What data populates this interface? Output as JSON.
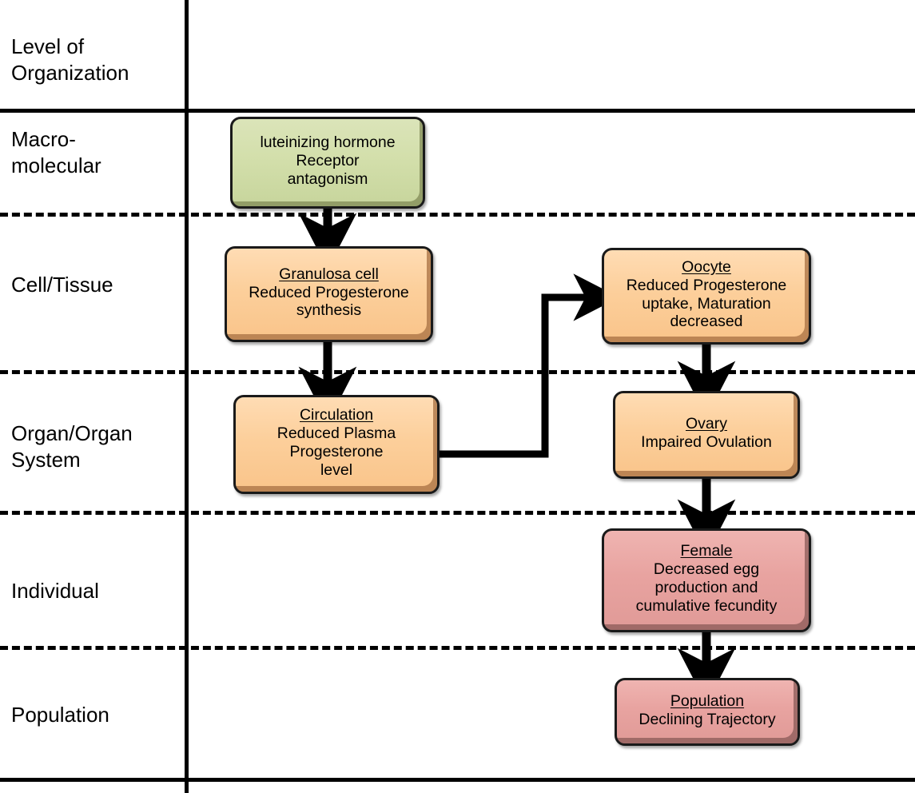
{
  "diagram": {
    "axis_header": "Level of\nOrganization",
    "levels": [
      {
        "id": "macromolecular",
        "label": "Macro-\nmolecular"
      },
      {
        "id": "cell-tissue",
        "label": "Cell/Tissue"
      },
      {
        "id": "organ-system",
        "label": "Organ/Organ\nSystem"
      },
      {
        "id": "individual",
        "label": "Individual"
      },
      {
        "id": "population",
        "label": "Population"
      }
    ],
    "nodes": [
      {
        "id": "lh-receptor-antagonism",
        "level": "macromolecular",
        "color": "#d3dfab",
        "title": "",
        "body": "luteinizing hormone\nReceptor\nantagonism"
      },
      {
        "id": "granulosa-cell",
        "level": "cell-tissue",
        "color": "#fccf9b",
        "title": "Granulosa cell",
        "body": "Reduced Progesterone\nsynthesis"
      },
      {
        "id": "oocyte",
        "level": "cell-tissue",
        "color": "#fccf9b",
        "title": "Oocyte",
        "body": "Reduced Progesterone\nuptake, Maturation\ndecreased"
      },
      {
        "id": "circulation",
        "level": "organ-system",
        "color": "#fccf9b",
        "title": "Circulation",
        "body": "Reduced Plasma\nProgesterone\nlevel"
      },
      {
        "id": "ovary",
        "level": "organ-system",
        "color": "#fccf9b",
        "title": "Ovary",
        "body": "Impaired Ovulation"
      },
      {
        "id": "female",
        "level": "individual",
        "color": "#e8a3a0",
        "title": "Female",
        "body": "Decreased egg\nproduction and\ncumulative fecundity"
      },
      {
        "id": "population",
        "level": "population",
        "color": "#e8a3a0",
        "title": "Population",
        "body": "Declining Trajectory"
      }
    ],
    "edges": [
      {
        "id": "lh-to-granulosa",
        "from": "lh-receptor-antagonism",
        "to": "granulosa-cell",
        "shape": "vertical"
      },
      {
        "id": "granulosa-to-circulation",
        "from": "granulosa-cell",
        "to": "circulation",
        "shape": "vertical"
      },
      {
        "id": "circulation-to-oocyte",
        "from": "circulation",
        "to": "oocyte",
        "shape": "elbow"
      },
      {
        "id": "oocyte-to-ovary",
        "from": "oocyte",
        "to": "ovary",
        "shape": "vertical"
      },
      {
        "id": "ovary-to-female",
        "from": "ovary",
        "to": "female",
        "shape": "vertical"
      },
      {
        "id": "female-to-population",
        "from": "female",
        "to": "population",
        "shape": "vertical"
      }
    ],
    "colors": {
      "line": "#000000",
      "green": "#d3dfab",
      "orange": "#fccf9b",
      "pink": "#e8a3a0"
    }
  }
}
